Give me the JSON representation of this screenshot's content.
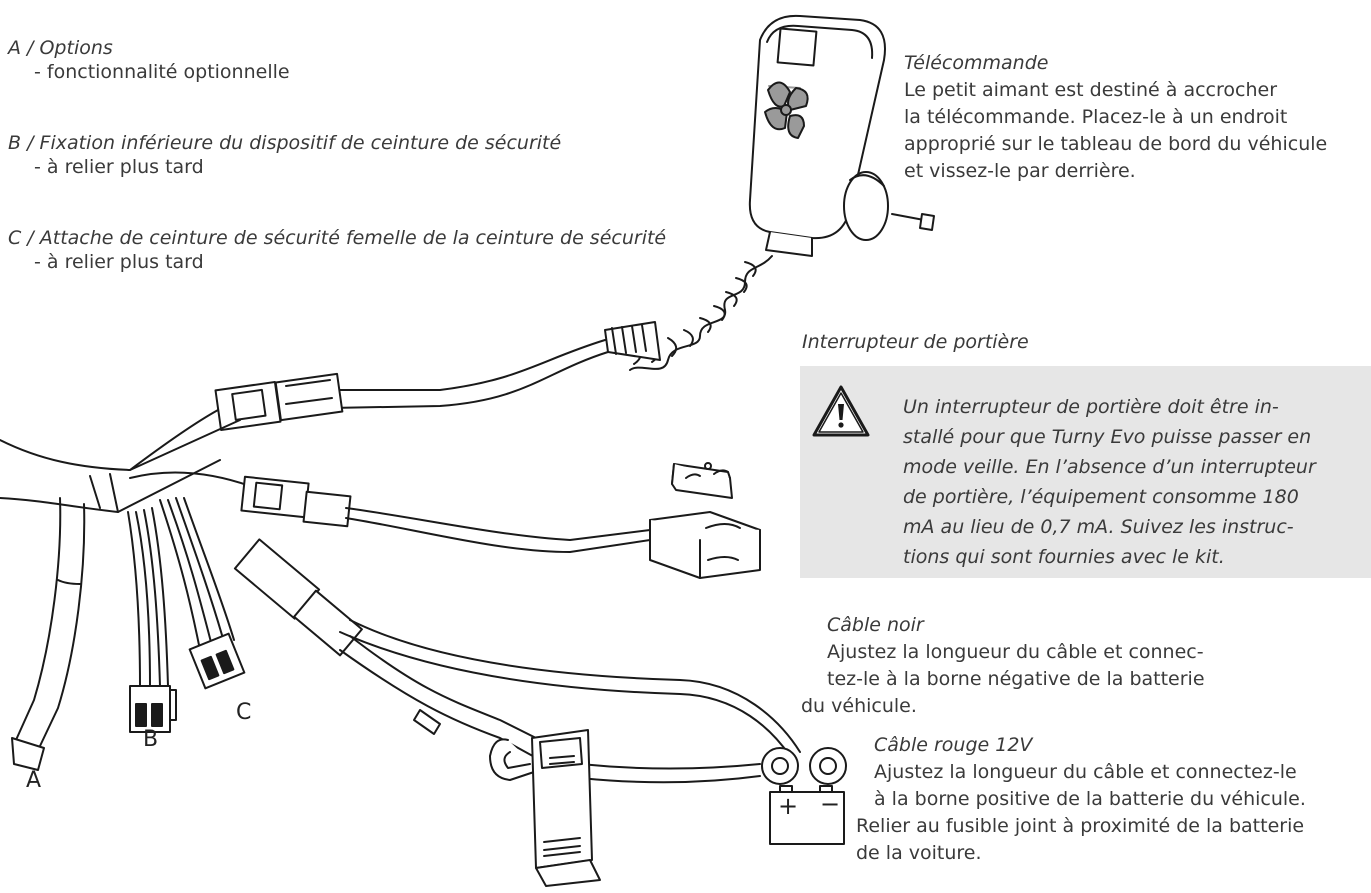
{
  "left_legend": {
    "a": {
      "title": "A / Options",
      "sub": "- fonctionnalité optionnelle"
    },
    "b": {
      "title": "B / Fixation inférieure du dispositif de ceinture de sécurité",
      "sub": "- à relier plus tard"
    },
    "c": {
      "title": "C / Attache de ceinture de sécurité femelle de la ceinture de sécurité",
      "sub": "- à relier plus tard"
    }
  },
  "remote": {
    "title": "Télécommande",
    "lines": [
      "Le petit aimant est destiné à accrocher",
      "la télécommande. Placez-le à un endroit",
      "approprié sur le tableau de bord du véhicule",
      "et vissez-le par derrière."
    ]
  },
  "door_switch": {
    "title": "Interrupteur de portière",
    "warning_lines": [
      "Un interrupteur de portière doit être in-",
      "stallé pour que Turny Evo puisse passer en",
      "mode veille. En l’absence d’un interrupteur",
      "de portière, l’équipement consomme 180",
      "mA au lieu de 0,7 mA. Suivez les instruc-",
      "tions qui sont fournies avec le kit."
    ]
  },
  "black_cable": {
    "title": "Câble noir",
    "lines": [
      "Ajustez la longueur du câble et connec-",
      "tez-le à la borne négative de la batterie",
      "du véhicule."
    ]
  },
  "red_cable": {
    "title": "Câble rouge 12V",
    "lines": [
      "Ajustez la longueur du câble et connectez-le",
      "à la borne positive de la batterie du véhicule.",
      "Relier au fusible joint à proximité de la batterie",
      "de la voiture."
    ]
  },
  "labels": {
    "a": "A",
    "b": "B",
    "c": "C",
    "plus": "+",
    "minus": "−"
  },
  "colors": {
    "text": "#3a3a3a",
    "box": "#e6e6e6",
    "line": "#1a1a1a",
    "shade": "#9a9a9a"
  }
}
